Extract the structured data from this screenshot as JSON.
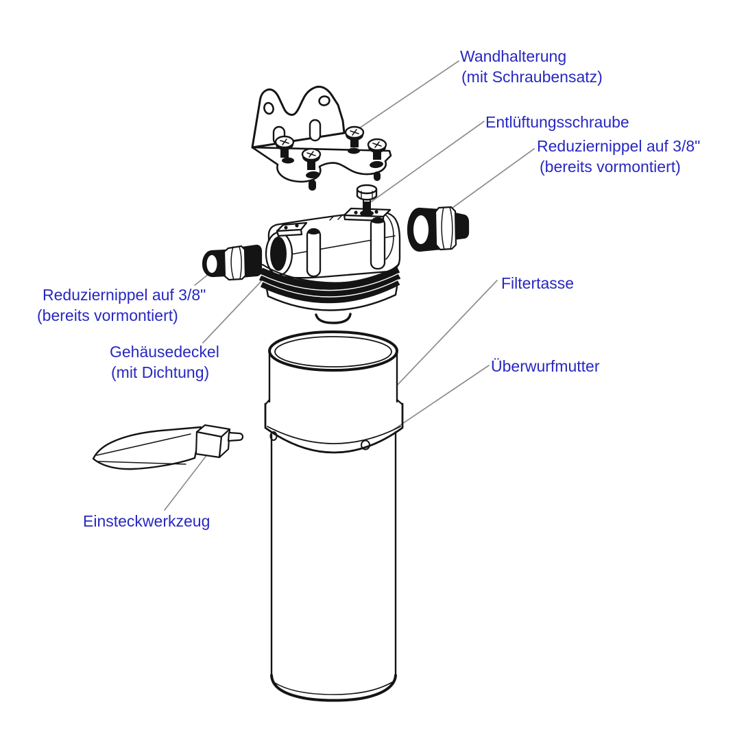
{
  "diagram": {
    "type": "exploded-parts-diagram",
    "subject": "water-filter-housing",
    "colors": {
      "background": "#ffffff",
      "label_text": "#2727c2",
      "line_art": "#141414",
      "leader_line": "#8d8d8d"
    },
    "labels": {
      "wandhalterung": {
        "line1": "Wandhalterung",
        "line2": "(mit Schraubensatz)"
      },
      "entlueftungsschraube": {
        "line1": "Entlüftungsschraube"
      },
      "reduziernippel_rechts": {
        "line1": "Reduziernippel auf 3/8\"",
        "line2": "(bereits vormontiert)"
      },
      "filtertasse": {
        "line1": "Filtertasse"
      },
      "ueberwurfmutter": {
        "line1": "Überwurfmutter"
      },
      "reduziernippel_links": {
        "line1": "Reduziernippel auf 3/8\"",
        "line2": "(bereits vormontiert)"
      },
      "gehaeusedeckel": {
        "line1": "Gehäusedeckel",
        "line2": "(mit Dichtung)"
      },
      "einsteckwerkzeug": {
        "line1": "Einsteckwerkzeug"
      }
    }
  }
}
